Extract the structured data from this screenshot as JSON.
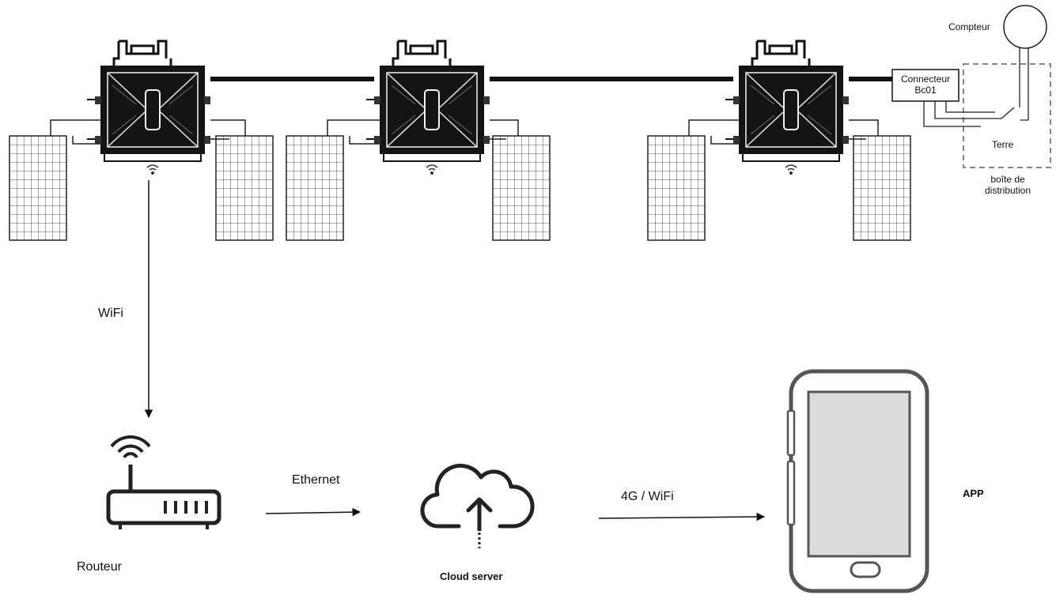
{
  "labels": {
    "meter": "Compteur",
    "connector_line1": "Connecteur",
    "connector_line2": "Bc01",
    "ground": "Terre",
    "distribution_line1": "boîte de",
    "distribution_line2": "distribution",
    "wifi": "WiFi",
    "router": "Routeur",
    "ethernet": "Ethernet",
    "cloud": "Cloud server",
    "link_4g": "4G / WiFi",
    "app": "APP"
  },
  "icons": {
    "inverter": "microinverter-icon",
    "solar_panel": "solar-panel-icon",
    "meter": "meter-icon",
    "router": "router-icon",
    "cloud": "cloud-upload-icon",
    "tablet": "tablet-icon"
  },
  "colors": {
    "line": "#111111",
    "dashed_box": "#888888",
    "tablet_stroke": "#555555",
    "tablet_screen": "#dcdcdc"
  }
}
